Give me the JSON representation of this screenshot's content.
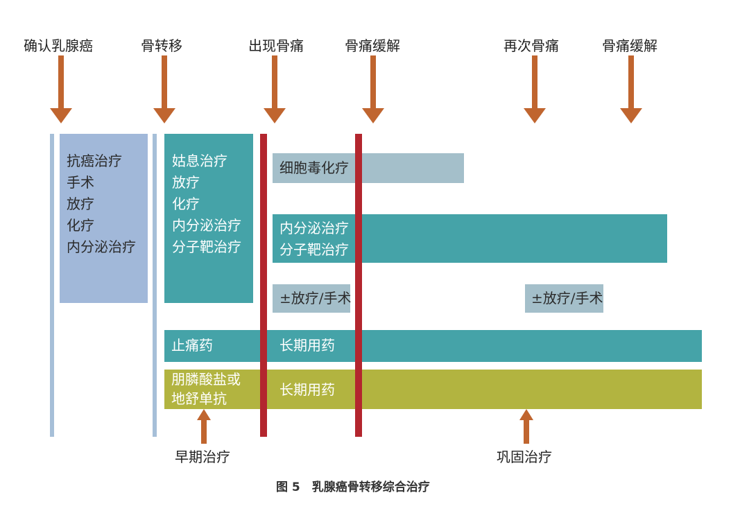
{
  "events": [
    {
      "label": "确认乳腺癌"
    },
    {
      "label": "骨转移"
    },
    {
      "label": "出现骨痛"
    },
    {
      "label": "骨痛缓解"
    },
    {
      "label": "再次骨痛"
    },
    {
      "label": "骨痛缓解"
    }
  ],
  "boxes": {
    "initial": {
      "lines": [
        "抗癌治疗",
        "手术",
        "放疗",
        "化疗",
        "内分泌治疗"
      ]
    },
    "palliative": {
      "lines": [
        "姑息治疗",
        "放疗",
        "化疗",
        "内分泌治疗",
        "分子靶治疗"
      ]
    },
    "cytotoxic": {
      "lines": [
        "细胞毒化疗"
      ]
    },
    "endocrine": {
      "lines": [
        "内分泌治疗",
        "分子靶治疗"
      ]
    },
    "radio1": {
      "lines": [
        "±放疗/手术"
      ]
    },
    "radio2": {
      "lines": [
        "±放疗/手术"
      ]
    },
    "analgesic": {
      "label": "止痛药",
      "long_term": "长期用药"
    },
    "bisphosphonate": {
      "lines": [
        "朋膦酸盐或",
        "地舒单抗"
      ],
      "long_term": "长期用药"
    }
  },
  "bottom_labels": {
    "early": "早期治疗",
    "consolidation": "巩固治疗"
  },
  "caption": "图 5　乳腺癌骨转移综合治疗",
  "colors": {
    "arrow": "#c0652f",
    "blue_box": "#a1b8d9",
    "teal_box": "#45a3a8",
    "grey_box": "#a4bfca",
    "olive_box": "#b2b440",
    "red_line": "#b3262e",
    "blue_line": "#a6bfd8"
  }
}
